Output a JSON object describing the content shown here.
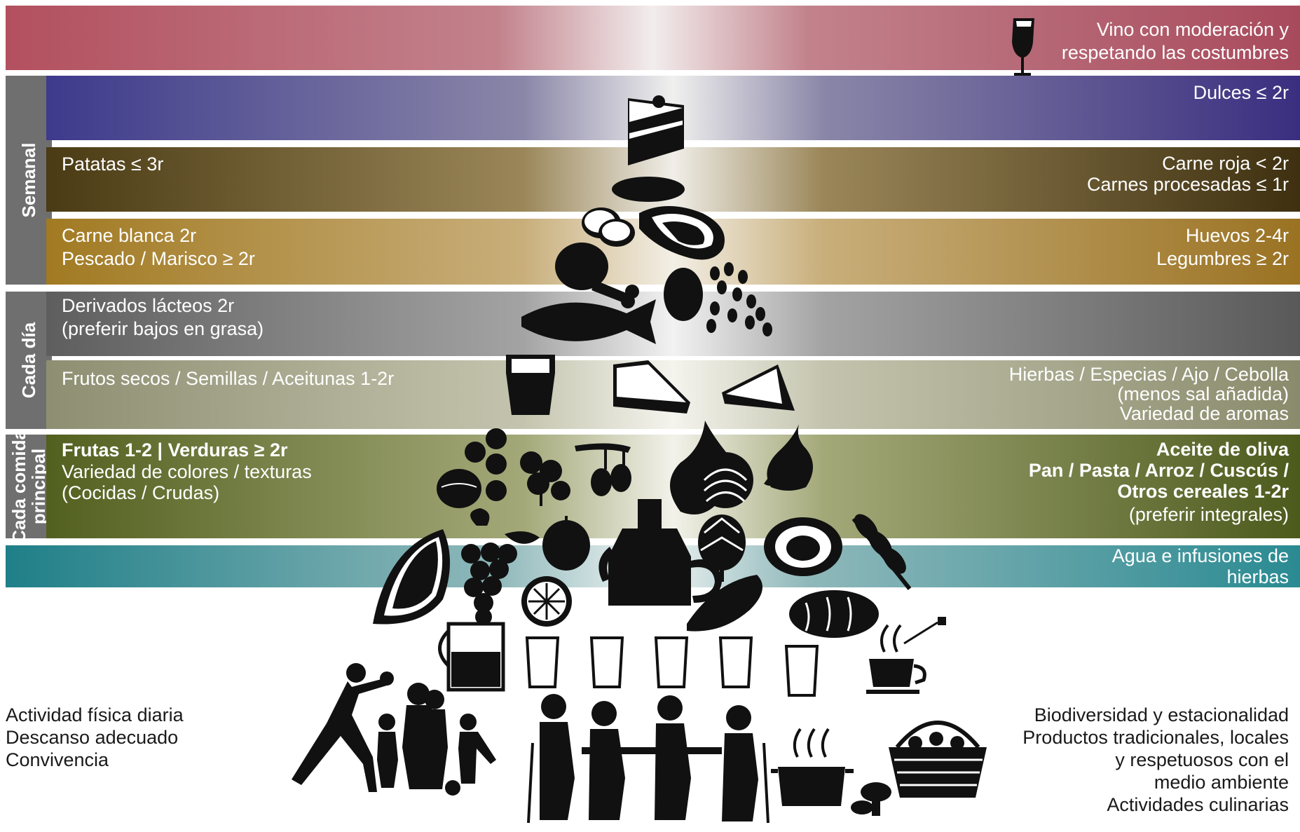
{
  "colors": {
    "wine": "#b5606e",
    "sweets": "#4d4896",
    "meat": "#5c4a1c",
    "protein": "#a07a2a",
    "dairy": "#6e6e6e",
    "nuts": "#9a9a80",
    "meal": "#5d6a2c",
    "water": "#2c8a92",
    "side": "#6f6f6f"
  },
  "sections": {
    "weekly": "Semanal",
    "daily": "Cada día",
    "each_meal": "Cada comida\nprincipal"
  },
  "bands": {
    "wine": {
      "right": "Vino con moderación y\nrespetando las costumbres",
      "icon": "wine-glass-icon"
    },
    "sweets": {
      "right": "Dulces ≤ 2r",
      "icon": "cake-slice-icon"
    },
    "meat": {
      "left": "Patatas ≤ 3r",
      "right": "Carne roja < 2r\nCarnes procesadas ≤ 1r"
    },
    "protein": {
      "left": "Carne blanca 2r\nPescado / Marisco ≥ 2r",
      "right": "Huevos 2-4r\nLegumbres ≥ 2r"
    },
    "dairy": {
      "left": "Derivados lácteos 2r\n(preferir bajos en grasa)"
    },
    "nuts": {
      "left": "Frutos secos / Semillas / Aceitunas 1-2r",
      "right": "Hierbas / Especias / Ajo / Cebolla\n(menos sal añadida)\nVariedad de aromas"
    },
    "meal": {
      "left_bold": "Frutas 1-2 | Verduras ≥ 2r",
      "left": "Variedad de colores / texturas\n(Cocidas / Crudas)",
      "right_bold": "Aceite de oliva\nPan / Pasta / Arroz / Cuscús /\nOtros cereales 1-2r",
      "right": "(preferir integrales)"
    },
    "water": {
      "right": "Agua e infusiones de\nhierbas"
    }
  },
  "footer": {
    "left": "Actividad física diaria\nDescanso adecuado\nConvivencia",
    "right": "Biodiversidad y estacionalidad\nProductos tradicionales, locales\ny respetuosos con el\nmedio ambiente\nActividades culinarias"
  }
}
